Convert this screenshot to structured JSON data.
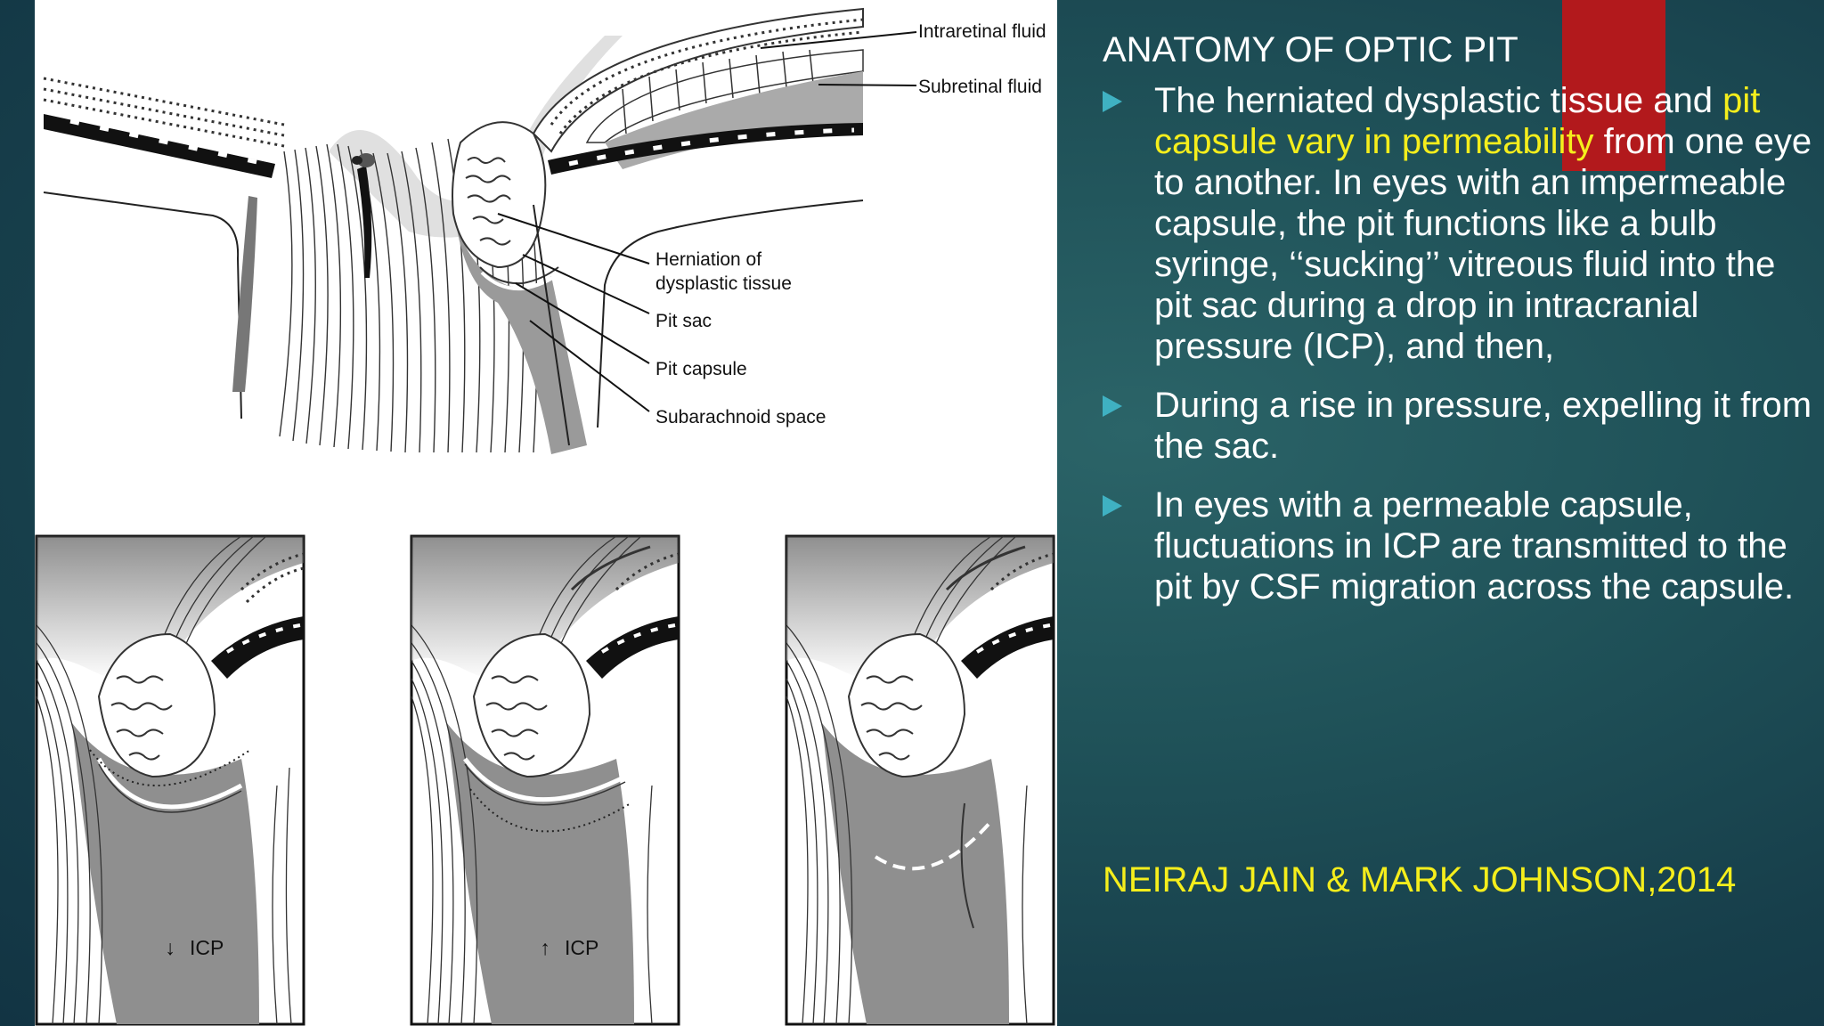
{
  "slide": {
    "title": "ANATOMY  OF OPTIC PIT",
    "bullets": [
      {
        "pre": "The herniated dysplastic tissue and ",
        "highlight": "pit capsule vary in permeability",
        "post": " from one eye to another. In eyes with an impermeable capsule, the pit functions like a bulb syringe,  ‘‘sucking’’ vitreous fluid into the pit sac during a drop in intracranial pressure (ICP), and then,"
      },
      {
        "text": " During a rise in pressure, expelling it from the sac."
      },
      {
        "text": " In eyes with a permeable capsule, fluctuations in ICP are transmitted to the pit by CSF migration across the capsule."
      }
    ],
    "citation": "NEIRAJ JAIN & MARK JOHNSON,2014"
  },
  "figure": {
    "labels": {
      "intraretinal": "Intraretinal fluid",
      "subretinal": "Subretinal fluid",
      "herniation_1": "Herniation of",
      "herniation_2": "dysplastic tissue",
      "pit_sac": "Pit sac",
      "pit_capsule": "Pit capsule",
      "subarachnoid": "Subarachnoid space"
    },
    "panels": [
      {
        "arrow": "↓",
        "icp": "ICP"
      },
      {
        "arrow": "↑",
        "icp": "ICP"
      },
      {
        "arrow": "",
        "icp": ""
      }
    ]
  },
  "colors": {
    "background": "#1f5158",
    "highlight": "#f5ee1c",
    "bullet": "#3fb1c2",
    "red_bar": "#b2191c"
  }
}
